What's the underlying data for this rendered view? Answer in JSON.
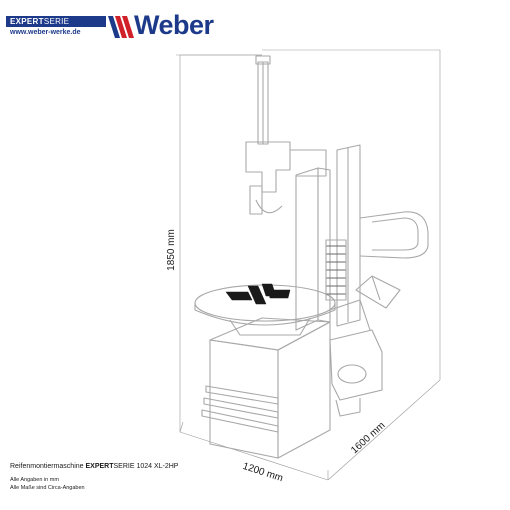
{
  "brand": {
    "series_bold": "EXPERT",
    "series_light": "SERIE",
    "url": "www.weber-werke.de",
    "wordmark": "Weber",
    "color_blue": "#1d3a8a",
    "color_red": "#d0202a"
  },
  "dimensions": {
    "height": "1850 mm",
    "width": "1200 mm",
    "depth": "1600 mm"
  },
  "caption": {
    "machine_prefix": "Reifenmontiermaschine ",
    "series_bold": "EXPERT",
    "series_rest": "SERIE 1024 XL-2HP",
    "note_1": "Alle Angaben in mm",
    "note_2": "Alle Maße sind Circa-Angaben"
  }
}
